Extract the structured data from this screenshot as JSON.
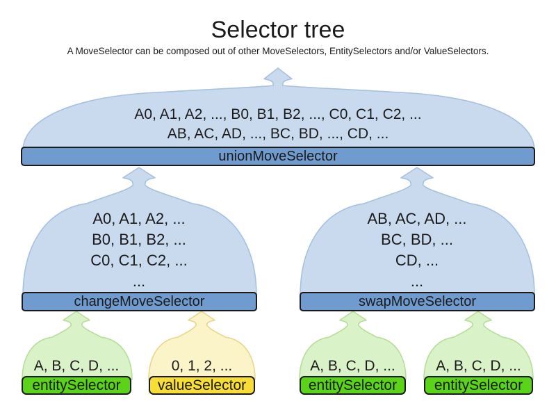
{
  "title": "Selector tree",
  "subtitle": "A MoveSelector can be composed out of other MoveSelectors, EntitySelectors and/or ValueSelectors.",
  "colors": {
    "blue_cloud_fill": "#c9daef",
    "blue_cloud_stroke": "#a6c0de",
    "blue_bar": "#6f9bce",
    "green_cloud_fill": "#daf2c8",
    "green_cloud_stroke": "#b6dd99",
    "green_bar": "#5bd318",
    "yellow_cloud_fill": "#fbf4c9",
    "yellow_cloud_stroke": "#e7d68c",
    "yellow_bar": "#f8dd34",
    "bar_border": "#1a1a1a",
    "text": "#1a1a1a"
  },
  "union_move_selector": {
    "label": "unionMoveSelector",
    "lines": [
      "A0, A1, A2, ..., B0, B1, B2, ..., C0, C1, C2, ...",
      "AB, AC, AD, ..., BC, BD, ..., CD, ..."
    ]
  },
  "change_move_selector": {
    "label": "changeMoveSelector",
    "lines": [
      "A0, A1, A2, ...",
      "B0, B1, B2, ...",
      "C0, C1, C2, ...",
      "..."
    ]
  },
  "swap_move_selector": {
    "label": "swapMoveSelector",
    "lines": [
      "AB, AC, AD, ...",
      "BC, BD, ...",
      "CD, ...",
      "..."
    ]
  },
  "leaves": [
    {
      "label": "entitySelector",
      "items": "A, B, C, D, ...",
      "type": "entity"
    },
    {
      "label": "valueSelector",
      "items": "0, 1, 2, ...",
      "type": "value"
    },
    {
      "label": "entitySelector",
      "items": "A, B, C, D, ...",
      "type": "entity"
    },
    {
      "label": "entitySelector",
      "items": "A, B, C, D, ...",
      "type": "entity"
    }
  ]
}
